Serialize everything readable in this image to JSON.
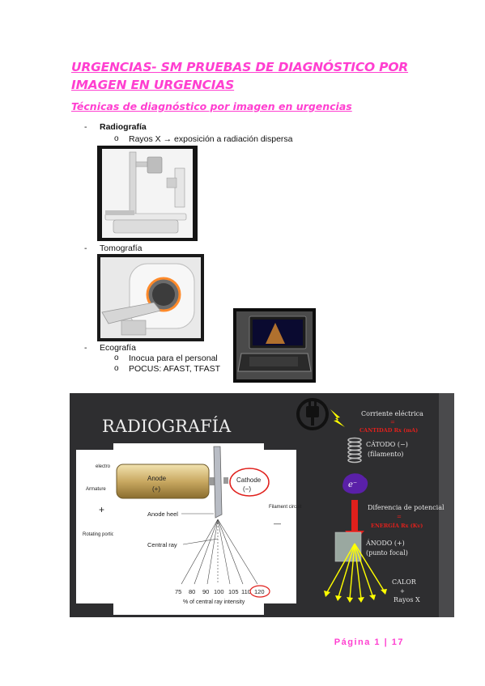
{
  "title": "URGENCIAS- SM PRUEBAS DE DIAGNÓSTICO POR IMAGEN EN URGENCIAS",
  "subtitle": "Técnicas de diagnóstico por imagen en urgencias",
  "list": {
    "item1": {
      "dash": "-",
      "label": "Radiografía",
      "sub": [
        {
          "bullet": "o",
          "text": "Rayos X → exposición a radiación dispersa"
        }
      ]
    },
    "item2": {
      "dash": "-",
      "label": "Tomografía"
    },
    "item3": {
      "dash": "-",
      "label": "Ecografía",
      "sub": [
        {
          "bullet": "o",
          "text": "Inocua para el personal"
        },
        {
          "bullet": "o",
          "text": "POCUS: AFAST, TFAST"
        }
      ]
    }
  },
  "figure": {
    "heading": "RADIOGRAFÍA",
    "left_labels": {
      "electro": "electro",
      "armature": "Armature",
      "plus": "+",
      "rotating": "Rotating portion"
    },
    "tube": {
      "anode": "Anode",
      "anode_sign": "(+)",
      "cathode": "Cathode",
      "cathode_sign": "(−)",
      "anode_heel": "Anode heel",
      "central_ray": "Central ray",
      "filament": "Filament circuit",
      "minus": "—"
    },
    "intensity_ticks": [
      "75",
      "80",
      "90",
      "100",
      "105",
      "110",
      "120"
    ],
    "intensity_label": "% of central ray intensity",
    "right": {
      "corriente": "Corriente eléctrica",
      "eq1": "=",
      "cantidad": "CANTIDAD Rx (mA)",
      "catodo": "CÁTODO (−)",
      "filamento": "(filamento)",
      "electron": "e⁻",
      "diferencia": "Diferencia de potencial",
      "eq2": "=",
      "energia": "ENERGÍA Rx (Kv)",
      "anodo": "ÁNODO (+)",
      "focal": "(punto focal)",
      "calor": "CALOR",
      "plus": "+",
      "rayos": "Rayos X"
    },
    "colors": {
      "bg": "#2e2e30",
      "accent": "#ff3fd0",
      "red": "#e0201c",
      "yellow": "#ffff00"
    }
  },
  "footer": {
    "page_word": "Página",
    "page_num": "1",
    "sep": "|",
    "total": "17"
  }
}
